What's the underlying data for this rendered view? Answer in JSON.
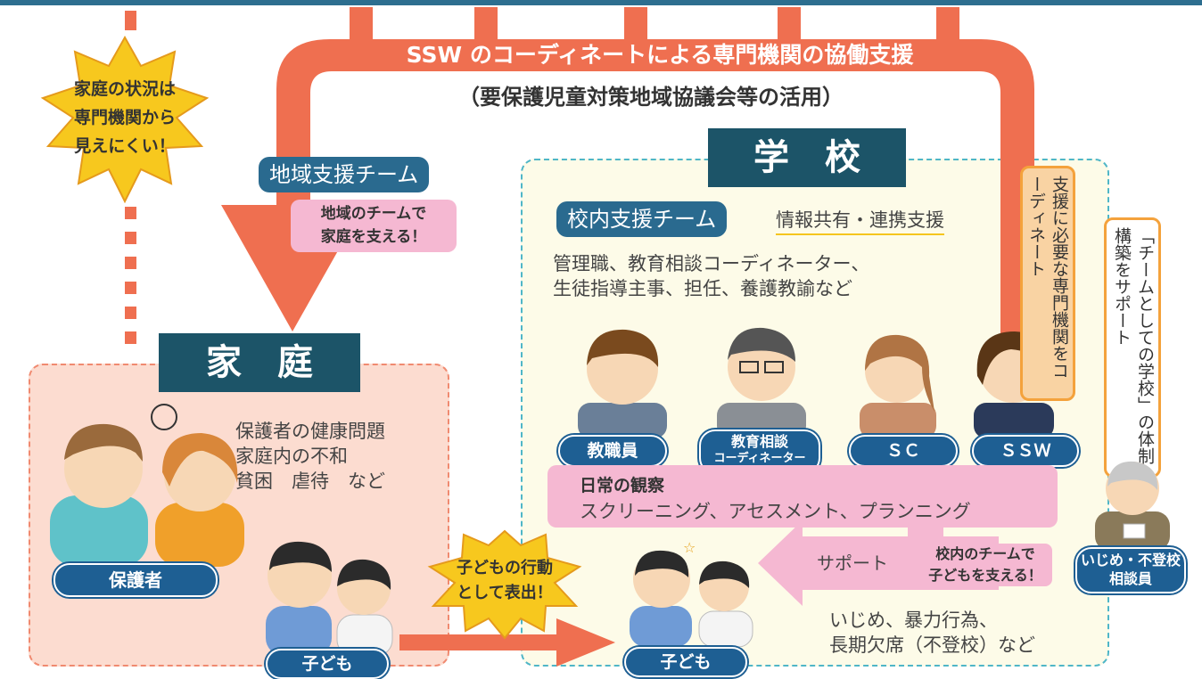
{
  "banner": {
    "title": "SSW のコーディネートによる専門機関の協働支援",
    "subtitle": "（要保護児童対策地域協議会等の活用）"
  },
  "burst_home": [
    "家庭の状況は",
    "専門機関から",
    "見えにくい！"
  ],
  "community": {
    "team_label": "地域支援チーム",
    "note": [
      "地域のチームで",
      "家庭を支える！"
    ]
  },
  "home": {
    "title": "家　庭",
    "problems": [
      "保護者の健康問題",
      "家庭内の不和",
      "貧困　虐待　など"
    ],
    "parent_label": "保護者",
    "child_label": "子ども"
  },
  "burst_child": [
    "子どもの行動",
    "として表出！"
  ],
  "school": {
    "title": "学　校",
    "team_label": "校内支援チーム",
    "team_role": "情報共有・連携支援",
    "members": [
      "管理職、教育相談コーディネーター、",
      "生徒指導主事、担任、養護教諭など"
    ],
    "staff": [
      {
        "label": "教職員"
      },
      {
        "label_line1": "教育相談",
        "label_line2": "コーディネーター"
      },
      {
        "label": "ＳＣ"
      },
      {
        "label": "ＳＳＷ"
      }
    ],
    "daily_title": "日常の観察",
    "daily_text": "スクリーニング、アセスメント、プランニング",
    "support_label": "サポート",
    "support_note": [
      "校内のチームで",
      "子どもを支える！"
    ],
    "issues": [
      "いじめ、暴力行為、",
      "長期欠席（不登校）など"
    ],
    "child_label": "子ども"
  },
  "ssw_role": "支援に必要な専門機関をコーディネート",
  "counselor": {
    "role": "「チームとしての学校」の体制構築をサポート",
    "label_line1": "いじめ・不登校",
    "label_line2": "相談員"
  },
  "colors": {
    "arrow": "#ef6f50",
    "dark_label": "#1c5468",
    "pill": "#1e5f93",
    "pink": "#f5b8d2",
    "school_bg": "#fdfbe8",
    "home_bg": "#fcdcd0",
    "burst": "#f7c81e"
  }
}
